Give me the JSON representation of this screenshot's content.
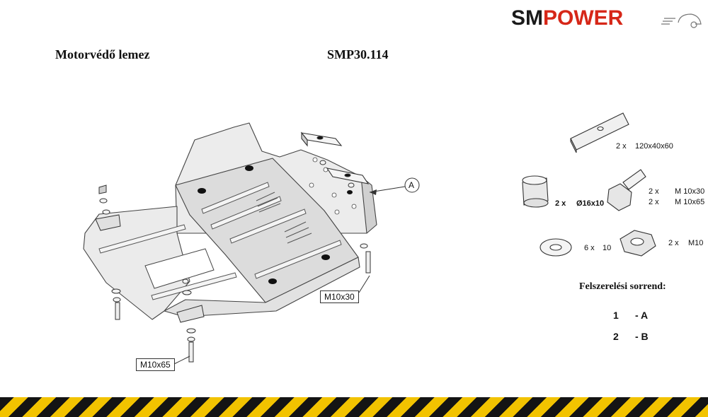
{
  "brand": {
    "part1": "SM",
    "part2": "POWER"
  },
  "header": {
    "title": "Motorvédő lemez",
    "code": "SMP30.114"
  },
  "diagram": {
    "callout_a": "A",
    "bolt_label_1": "M10x30",
    "bolt_label_2": "M10x65"
  },
  "parts": [
    {
      "qty": "2 x",
      "desc": "120x40x60"
    },
    {
      "qty": "2  x",
      "desc": "Ø16x10"
    },
    {
      "qty": "2 x",
      "desc": "M 10x30"
    },
    {
      "qty": "2 x",
      "desc": "M 10x65"
    },
    {
      "qty": "6  x",
      "desc": "10"
    },
    {
      "qty": "2 x",
      "desc": "M10"
    }
  ],
  "order": {
    "title": "Felszerelési sorrend:",
    "steps": [
      {
        "num": "1",
        "code": "- A"
      },
      {
        "num": "2",
        "code": "- B"
      }
    ]
  },
  "colors": {
    "brand_red": "#d62718",
    "plate_fill": "#e6e6e6",
    "stripe_yellow": "#f2c300"
  }
}
